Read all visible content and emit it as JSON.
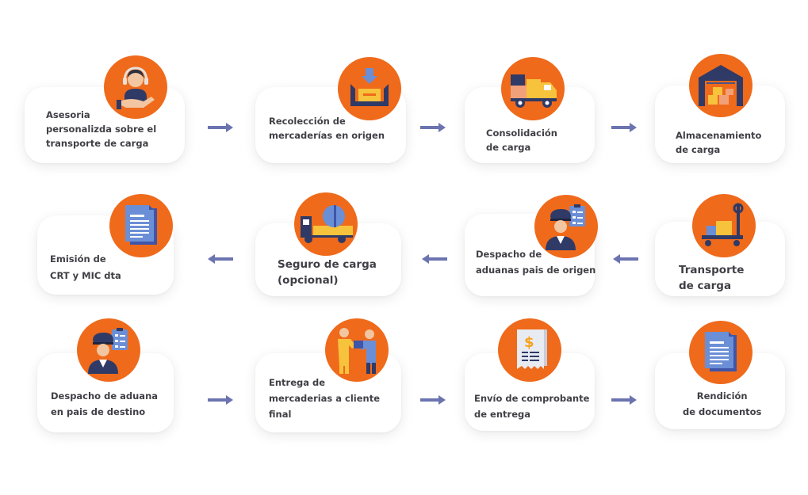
{
  "steps": [
    {
      "id": "asesoria",
      "lines": [
        "Asesoria",
        "personalizda sobre el",
        "transporte de carga"
      ],
      "icon": "customer-service-icon"
    },
    {
      "id": "recoleccion",
      "lines": [
        "Recolección de",
        "mercaderías en origen"
      ],
      "icon": "box-pickup-icon"
    },
    {
      "id": "consolidacion",
      "lines": [
        "Consolidación",
        "de carga"
      ],
      "icon": "truck-cargo-icon"
    },
    {
      "id": "almacenamiento",
      "lines": [
        "Almacenamiento",
        "de carga"
      ],
      "icon": "warehouse-icon"
    },
    {
      "id": "emision",
      "lines": [
        "Emisión de",
        "CRT y MIC dta"
      ],
      "icon": "document-icon"
    },
    {
      "id": "seguro",
      "lines": [
        "Seguro de carga",
        "(opcional)"
      ],
      "icon": "tanker-truck-icon"
    },
    {
      "id": "despacho-origen",
      "lines": [
        "Despacho de",
        "aduanas pais de origen"
      ],
      "icon": "customs-officer-icon"
    },
    {
      "id": "transporte",
      "lines": [
        "Transporte",
        "de carga"
      ],
      "icon": "hand-truck-icon"
    },
    {
      "id": "despacho-destino",
      "lines": [
        "Despacho de aduana",
        "en pais de destino"
      ],
      "icon": "customs-officer-icon"
    },
    {
      "id": "entrega",
      "lines": [
        "Entrega de",
        "mercaderias a cliente",
        "final"
      ],
      "icon": "handover-icon"
    },
    {
      "id": "envio",
      "lines": [
        "Envío de comprobante",
        "de entrega"
      ],
      "icon": "receipt-icon"
    },
    {
      "id": "rendicion",
      "lines": [
        "Rendición",
        "de documentos"
      ],
      "icon": "document-icon"
    }
  ],
  "colors": {
    "accent": "#ef6a1b",
    "arrow": "#6b74b0",
    "text": "#3f3f46"
  }
}
